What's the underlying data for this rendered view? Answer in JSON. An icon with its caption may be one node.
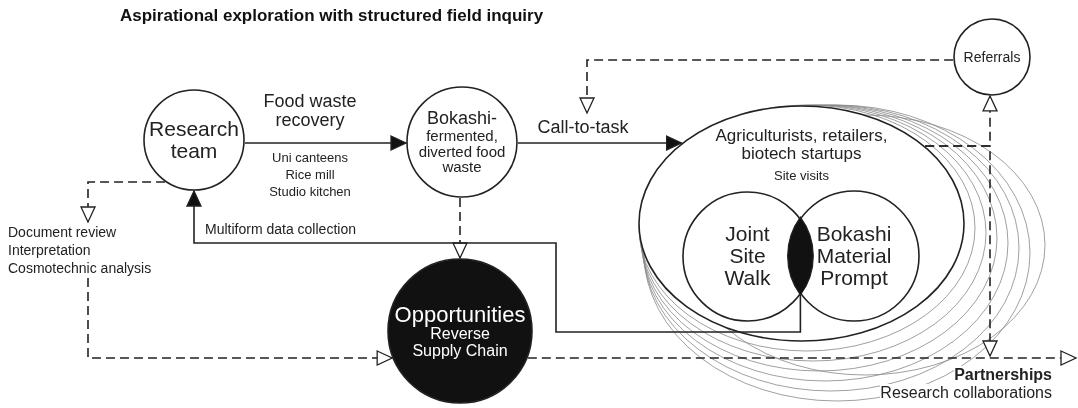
{
  "diagram": {
    "title": "Aspirational exploration with structured field inquiry",
    "nodes": [
      {
        "text": [
          "Research team"
        ]
      },
      {
        "text": [
          "Bokashi-",
          "fermented, diverted food waste"
        ]
      },
      {
        "text": [
          "Agriculturists, retailers, biotech startups",
          "Site visits"
        ]
      },
      {
        "text": [
          "Joint Site Walk"
        ],
        "in": 2
      },
      {
        "text": [
          "Bokashi Material Prompt"
        ],
        "in": 2
      },
      {
        "text": [],
        "shape": "lens"
      },
      {
        "text": [
          "Opportunities",
          "Reverse Supply Chain"
        ]
      },
      {
        "text": [
          "Referrals"
        ]
      },
      {
        "text": [
          "Document review",
          "Interpretation",
          "Cosmotechnic analysis"
        ]
      },
      {
        "text": [
          "Partnerships",
          "Research collaborations"
        ]
      }
    ],
    "edges": [
      {
        "from": 0,
        "to": 1,
        "arrow": "to",
        "label": "Food waste recovery"
      },
      {
        "from": 1,
        "to": 2,
        "arrow": "to",
        "label": "Call-to-task"
      },
      {
        "from": 1,
        "to": 6,
        "arrow": "to",
        "style": "dashed"
      },
      {
        "from": 0,
        "to": 8,
        "arrow": "to",
        "style": "dashed"
      },
      {
        "from": 8,
        "to": 6,
        "arrow": "to",
        "style": "dashed"
      },
      {
        "from": 5,
        "to": 0,
        "arrow": "to",
        "label": "Multiform data collection"
      },
      {
        "from": 6,
        "to": 9,
        "arrow": "to",
        "style": "dashed"
      },
      {
        "from": 2,
        "to": 7,
        "arrow": "to",
        "style": "dashed"
      },
      {
        "from": 2,
        "to": 9,
        "arrow": "to",
        "style": "dashed"
      },
      {
        "from": 7,
        "to": null,
        "arrow": "to",
        "style": "dashed"
      }
    ],
    "labels": [
      "Uni canteens",
      "Rice mill",
      "Studio kitchen"
    ]
  }
}
